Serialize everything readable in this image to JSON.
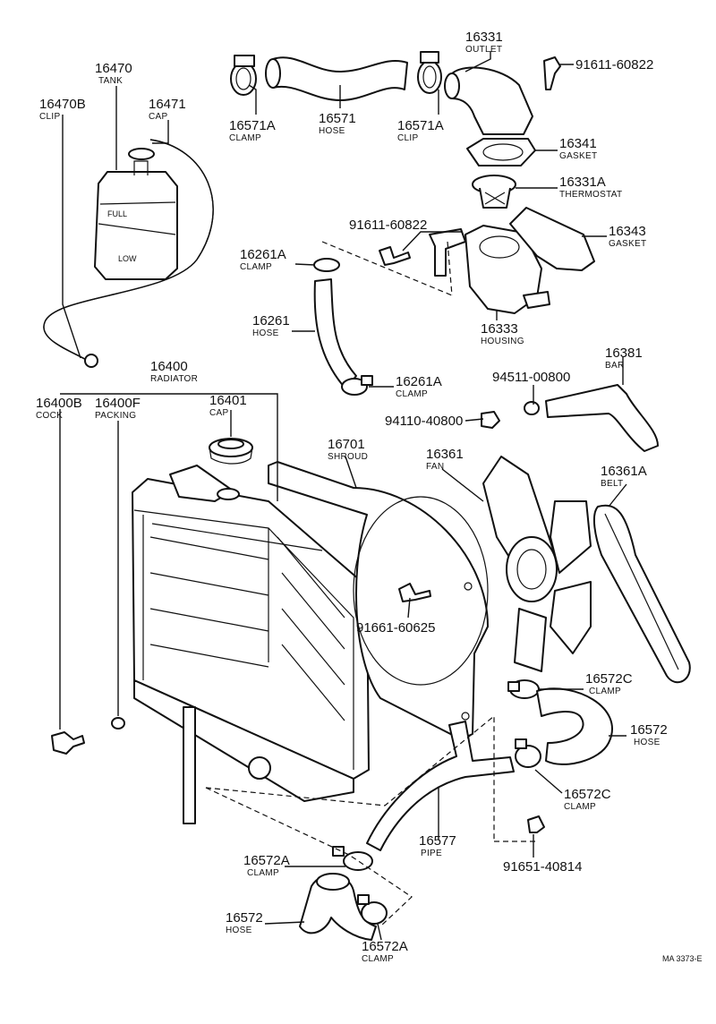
{
  "parts": [
    {
      "key": "p16470",
      "number": "16470",
      "name": "TANK"
    },
    {
      "key": "p16470B",
      "number": "16470B",
      "name": "CLIP"
    },
    {
      "key": "p16471",
      "number": "16471",
      "name": "CAP"
    },
    {
      "key": "p16571A1",
      "number": "16571A",
      "name": "CLAMP"
    },
    {
      "key": "p16571",
      "number": "16571",
      "name": "HOSE"
    },
    {
      "key": "p16571A2",
      "number": "16571A",
      "name": "CLIP"
    },
    {
      "key": "p16331",
      "number": "16331",
      "name": "OUTLET"
    },
    {
      "key": "p91611a",
      "number": "91611-60822",
      "name": ""
    },
    {
      "key": "p16341",
      "number": "16341",
      "name": "GASKET"
    },
    {
      "key": "p16331A",
      "number": "16331A",
      "name": "THERMOSTAT"
    },
    {
      "key": "p91611b",
      "number": "91611-60822",
      "name": ""
    },
    {
      "key": "p16343",
      "number": "16343",
      "name": "GASKET"
    },
    {
      "key": "p16261A1",
      "number": "16261A",
      "name": "CLAMP"
    },
    {
      "key": "p16261",
      "number": "16261",
      "name": "HOSE"
    },
    {
      "key": "p16333",
      "number": "16333",
      "name": "HOUSING"
    },
    {
      "key": "p16261A2",
      "number": "16261A",
      "name": "CLAMP"
    },
    {
      "key": "p16400",
      "number": "16400",
      "name": "RADIATOR"
    },
    {
      "key": "p94511",
      "number": "94511-00800",
      "name": ""
    },
    {
      "key": "p16381",
      "number": "16381",
      "name": "BAR"
    },
    {
      "key": "p16400B",
      "number": "16400B",
      "name": "COCK"
    },
    {
      "key": "p16400F",
      "number": "16400F",
      "name": "PACKING"
    },
    {
      "key": "p16401",
      "number": "16401",
      "name": "CAP"
    },
    {
      "key": "p94110",
      "number": "94110-40800",
      "name": ""
    },
    {
      "key": "p16701",
      "number": "16701",
      "name": "SHROUD"
    },
    {
      "key": "p16361",
      "number": "16361",
      "name": "FAN"
    },
    {
      "key": "p16361A",
      "number": "16361A",
      "name": "BELT"
    },
    {
      "key": "p91661",
      "number": "91661-60625",
      "name": ""
    },
    {
      "key": "p16572C1",
      "number": "16572C",
      "name": "CLAMP"
    },
    {
      "key": "p16572a",
      "number": "16572",
      "name": "HOSE"
    },
    {
      "key": "p16572C2",
      "number": "16572C",
      "name": "CLAMP"
    },
    {
      "key": "p16577",
      "number": "16577",
      "name": "PIPE"
    },
    {
      "key": "p91651",
      "number": "91651-40814",
      "name": ""
    },
    {
      "key": "p16572A1",
      "number": "16572A",
      "name": "CLAMP"
    },
    {
      "key": "p16572b",
      "number": "16572",
      "name": "HOSE"
    },
    {
      "key": "p16572A2",
      "number": "16572A",
      "name": "CLAMP"
    }
  ],
  "footer": {
    "reference": "MA 3373-E"
  }
}
